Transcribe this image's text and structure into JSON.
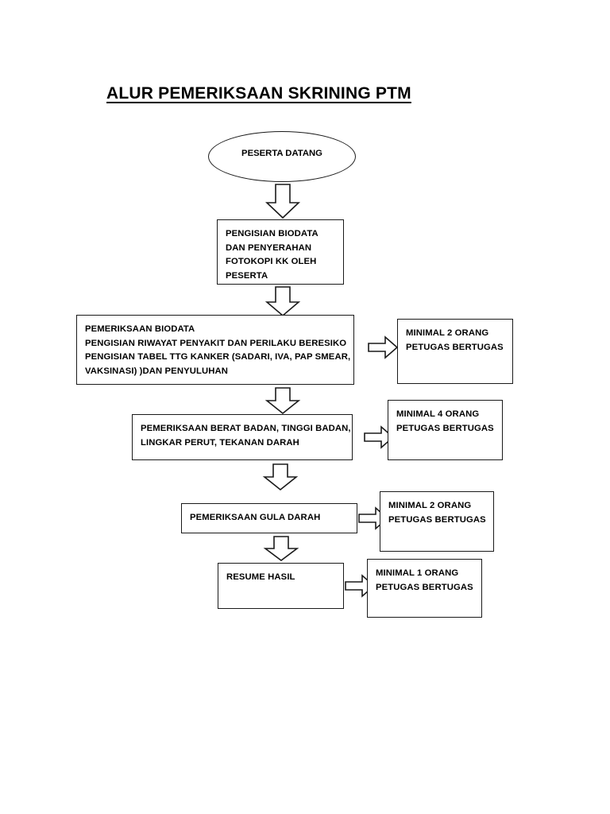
{
  "document": {
    "title": "ALUR PEMERIKSAAN SKRINING PTM"
  },
  "flow": {
    "start": {
      "shape": "ellipse",
      "label": "PESERTA DATANG"
    },
    "steps": [
      {
        "id": "step-biodata-entry",
        "lines": [
          "PENGISIAN BIODATA",
          "DAN PENYERAHAN",
          "FOTOKOPI KK OLEH",
          "PESERTA"
        ]
      },
      {
        "id": "step-pemeriksaan-biodata",
        "lines": [
          "PEMERIKSAAN BIODATA",
          "PENGISIAN RIWAYAT PENYAKIT DAN PERILAKU BERESIKO",
          "PENGISIAN TABEL TTG KANKER  (SADARI, IVA, PAP SMEAR,",
          "VAKSINASI) )DAN PENYULUHAN"
        ]
      },
      {
        "id": "step-antropometri",
        "lines": [
          "PEMERIKSAAN BERAT BADAN, TINGGI BADAN,",
          "LINGKAR PERUT, TEKANAN DARAH"
        ]
      },
      {
        "id": "step-gula-darah",
        "lines": [
          "PEMERIKSAAN GULA DARAH"
        ]
      },
      {
        "id": "step-resume",
        "lines": [
          "RESUME HASIL"
        ]
      }
    ],
    "staffing": [
      {
        "id": "staff-biodata",
        "lines": [
          "MINIMAL 2 ORANG",
          "PETUGAS BERTUGAS"
        ]
      },
      {
        "id": "staff-antropometri",
        "lines": [
          "MINIMAL 4 ORANG",
          "PETUGAS BERTUGAS"
        ]
      },
      {
        "id": "staff-gula-darah",
        "lines": [
          "MINIMAL 2 ORANG",
          "PETUGAS BERTUGAS"
        ]
      },
      {
        "id": "staff-resume",
        "lines": [
          "MINIMAL 1 ORANG",
          "PETUGAS BERTUGAS"
        ]
      }
    ]
  },
  "colors": {
    "stroke": "#1a1a1a",
    "text": "#000000",
    "background": "#ffffff"
  }
}
